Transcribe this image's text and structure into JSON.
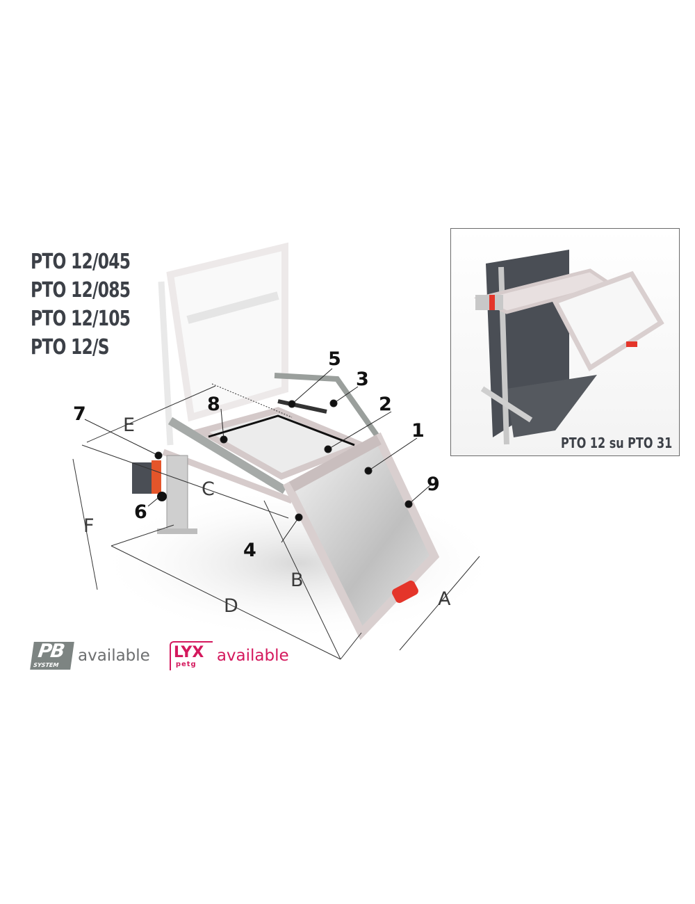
{
  "models": [
    "PTO 12/045",
    "PTO 12/085",
    "PTO 12/105",
    "PTO 12/S"
  ],
  "callouts": {
    "c1": "1",
    "c2": "2",
    "c3": "3",
    "c4": "4",
    "c5": "5",
    "c6": "6",
    "c7": "7",
    "c8": "8",
    "c9": "9"
  },
  "dimensions": {
    "A": "A",
    "B": "B",
    "C": "C",
    "D": "D",
    "E": "E",
    "F": "F"
  },
  "inset": {
    "caption": "PTO 12 su PTO 31"
  },
  "badges": {
    "pb": {
      "logo_main": "PB",
      "logo_sub": "SYSTEM",
      "text": "available",
      "color": "#7d8482"
    },
    "lyx": {
      "logo_main": "LYX",
      "logo_sub": "petg",
      "text": "available",
      "color": "#d4195d"
    }
  },
  "colors": {
    "frame": "#d9cfcf",
    "frame_dark": "#b7acac",
    "handle": "#e4352a",
    "panel": "#4a4e55",
    "text_dark": "#3c4047"
  }
}
